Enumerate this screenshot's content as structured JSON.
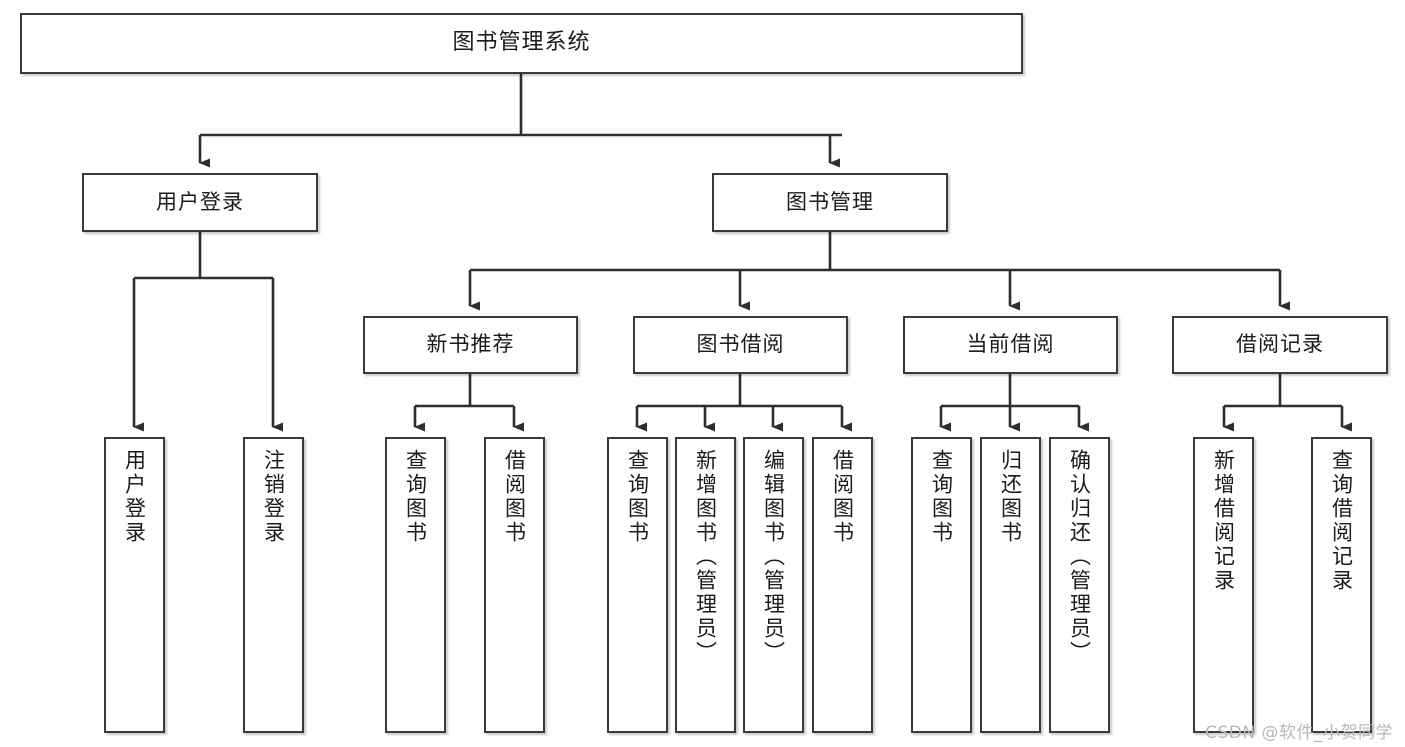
{
  "diagram": {
    "title": "图书管理系统",
    "type": "tree",
    "root": {
      "label": "图书管理系统",
      "children": [
        {
          "label": "用户登录",
          "children": [
            {
              "label": "用户登录"
            },
            {
              "label": "注销登录"
            }
          ]
        },
        {
          "label": "图书管理",
          "children": [
            {
              "label": "新书推荐",
              "children": [
                {
                  "label": "查询图书"
                },
                {
                  "label": "借阅图书"
                }
              ]
            },
            {
              "label": "图书借阅",
              "children": [
                {
                  "label": "查询图书"
                },
                {
                  "label": "新增图书（管理员）"
                },
                {
                  "label": "编辑图书（管理员）"
                },
                {
                  "label": "借阅图书"
                }
              ]
            },
            {
              "label": "当前借阅",
              "children": [
                {
                  "label": "查询图书"
                },
                {
                  "label": "归还图书"
                },
                {
                  "label": "确认归还（管理员）"
                }
              ]
            },
            {
              "label": "借阅记录",
              "children": [
                {
                  "label": "新增借阅记录"
                },
                {
                  "label": "查询借阅记录"
                }
              ]
            }
          ]
        }
      ]
    }
  },
  "nodes": {
    "root": "图书管理系统",
    "user_login": "用户登录",
    "book_manage": "图书管理",
    "new_book_rec": "新书推荐",
    "book_borrow": "图书借阅",
    "current_borrow": "当前借阅",
    "borrow_record": "借阅记录",
    "leaf_user_login": "用户登录",
    "leaf_logout": "注销登录",
    "leaf_query_book_1": "查询图书",
    "leaf_borrow_book_1": "借阅图书",
    "leaf_query_book_2": "查询图书",
    "leaf_add_book_admin": "新增图书（管理员）",
    "leaf_edit_book_admin": "编辑图书（管理员）",
    "leaf_borrow_book_2": "借阅图书",
    "leaf_query_book_3": "查询图书",
    "leaf_return_book": "归还图书",
    "leaf_confirm_return_admin": "确认归还（管理员）",
    "leaf_add_record": "新增借阅记录",
    "leaf_query_record": "查询借阅记录"
  },
  "watermark": {
    "text": "CSDN @软件_小贺同学"
  },
  "colors": {
    "border": "#3a3a3a",
    "background": "#ffffff",
    "text": "#1b1b1b",
    "watermark": "#b9b9b9"
  }
}
